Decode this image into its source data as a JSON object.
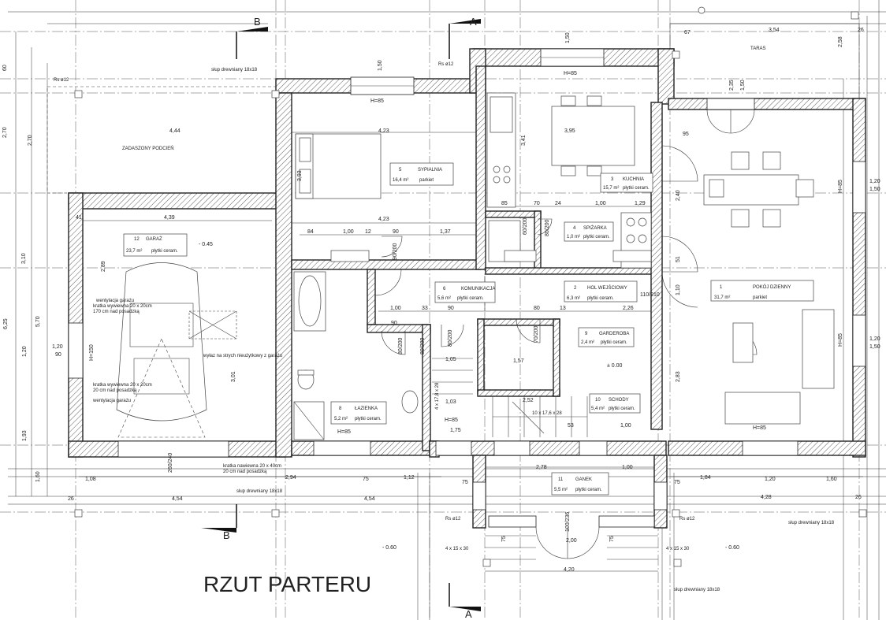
{
  "title": "RZUT PARTERU",
  "section_marks": [
    "A",
    "A",
    "B",
    "B"
  ],
  "rooms": [
    {
      "num": "1",
      "name": "POKÓJ DZIENNY",
      "area": "31,7 m²",
      "floor": "parkiet"
    },
    {
      "num": "2",
      "name": "HOL WEJŚCIOWY",
      "area": "6,3 m²",
      "floor": "płytki ceram."
    },
    {
      "num": "3",
      "name": "KUCHNIA",
      "area": "15,7 m²",
      "floor": "płytki ceram."
    },
    {
      "num": "4",
      "name": "SPIŻARKA",
      "area": "1,0 m²",
      "floor": "płytki ceram."
    },
    {
      "num": "5",
      "name": "SYPIALNIA",
      "area": "16,4 m²",
      "floor": "parkiet"
    },
    {
      "num": "6",
      "name": "KOMUNIKACJA",
      "area": "5,6 m²",
      "floor": "płytki ceram."
    },
    {
      "num": "8",
      "name": "ŁAZIENKA",
      "area": "5,2 m²",
      "floor": "płytki ceram."
    },
    {
      "num": "9",
      "name": "GARDEROBA",
      "area": "2,4 m²",
      "floor": "płytki ceram."
    },
    {
      "num": "10",
      "name": "SCHODY",
      "area": "5,4 m²",
      "floor": "płytki ceram."
    },
    {
      "num": "11",
      "name": "GANEK",
      "area": "5,5 m²",
      "floor": "płytki ceram."
    },
    {
      "num": "12",
      "name": "GARAŻ",
      "area": "23,7 m²",
      "floor": "płytki ceram."
    }
  ],
  "labels": {
    "podcien": "ZADASZONY PODCIEŃ",
    "taras": "TARAS",
    "level_zero": "± 0.00",
    "level_garage": "- 0.45",
    "level_out_left": "- 0.60",
    "level_out_right": "- 0.60",
    "stairs_main": "10 x 17,6 x 28",
    "stairs_small": "4 x 17,8 x 28",
    "stairs_out_left": "4 x 15 x 30",
    "stairs_out_right": "4 x 15 x 30",
    "column_tl": "słup drewniany 18x18",
    "column_bl": "słup drewniany 18x18",
    "column_br": "słup drewniany 18x18",
    "column_bottom": "słup drewniany 18x18",
    "attic_hatch": "wyłaz na strych nieużytkowy z garażu",
    "vent_top": "wentylacja garażu",
    "vent_top_2": "kratka wywiewna 20 x 20cm",
    "vent_top_3": "170 cm nad posadzką",
    "vent_bot": "wentylacja garażu",
    "vent_bot_2": "kratka wywiewna 20 x 20cm",
    "vent_bot_3": "20 cm nad posadzką",
    "vent_mid": "kratka nawiewna 20 x 40cm",
    "vent_mid_2": "20 cm nad posadzką",
    "rs1": "Rs ø12",
    "rs2": "Rs ø12",
    "rs3": "Rs ø12",
    "rs4": "Rs ø12"
  },
  "dims_top": [
    "4,44",
    "4,23",
    "3,95",
    "3,54",
    "67",
    "26",
    "1,50",
    "1,50",
    "1,50",
    "2,35",
    "2,58",
    "2,70",
    "60"
  ],
  "dims_interior": [
    "4,23",
    "4,39",
    "84",
    "1,00",
    "12",
    "90",
    "1,37",
    "85",
    "70",
    "24",
    "1,00",
    "1,29",
    "1,00",
    "90",
    "33",
    "90",
    "80",
    "13",
    "2,26",
    "1,57",
    "2,52",
    "1,05",
    "1,03",
    "1,75",
    "53",
    "1,00",
    "3,41",
    "3,93",
    "2,89",
    "3,01",
    "2,83",
    "2,40",
    "1,10",
    "51",
    "41",
    "95"
  ],
  "dims_bottom": [
    "1,08",
    "2,94",
    "75",
    "1,12",
    "2,78",
    "1,00",
    "1,84",
    "1,20",
    "1,60",
    "4,54",
    "4,54",
    "4,28",
    "26",
    "26",
    "4,20",
    "2,00",
    "75",
    "75",
    "75",
    "75"
  ],
  "dims_left": [
    "2,70",
    "3,10",
    "5,70",
    "1,20",
    "1,93",
    "1,60",
    "6,25",
    "90",
    "1,20"
  ],
  "dims_right": [
    "1,20",
    "1,50",
    "1,20",
    "1,50"
  ],
  "openings": [
    "H=85",
    "H=85",
    "H=85",
    "H=85",
    "H=85",
    "H=150",
    "H=85",
    "H=85",
    "80/200",
    "80/200",
    "70/200",
    "90/200",
    "80/200",
    "80/200",
    "110/210",
    "60/200",
    "100/236",
    "260/240"
  ]
}
